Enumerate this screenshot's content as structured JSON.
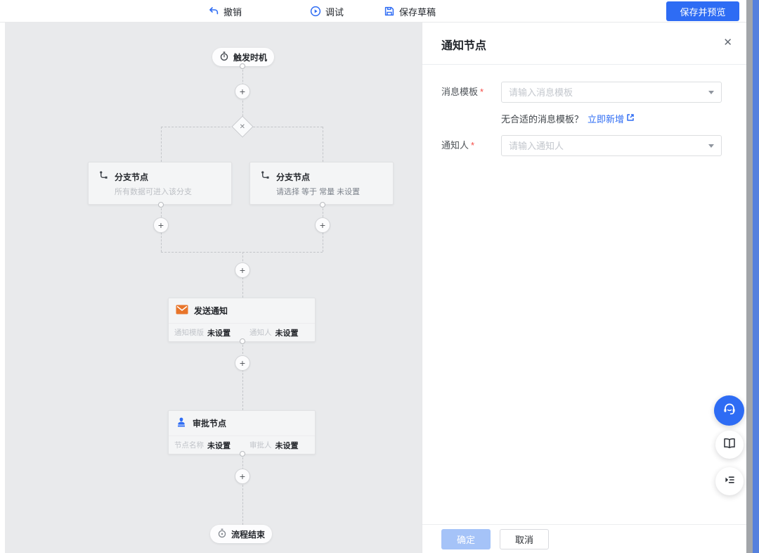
{
  "toolbar": {
    "undo": "撤销",
    "debug": "调试",
    "save_draft": "保存草稿",
    "save_preview": "保存并预览"
  },
  "canvas": {
    "add_glyph": "+",
    "trigger": {
      "label": "触发时机"
    },
    "gateway": {
      "glyph": "✕"
    },
    "branch_left": {
      "title": "分支节点",
      "subtitle": "所有数据可进入该分支"
    },
    "branch_right": {
      "title": "分支节点",
      "subtitle": "请选择 等于 常量 未设置"
    },
    "notify": {
      "title": "发送通知",
      "fields": [
        {
          "label": "通知模版",
          "value": "未设置"
        },
        {
          "label": "通知人",
          "value": "未设置"
        }
      ]
    },
    "approval": {
      "title": "审批节点",
      "fields": [
        {
          "label": "节点名称",
          "value": "未设置"
        },
        {
          "label": "审批人",
          "value": "未设置"
        }
      ]
    },
    "end": {
      "label": "流程结束"
    }
  },
  "panel": {
    "title": "通知节点",
    "close_glyph": "✕",
    "required_mark": "*",
    "fields": [
      {
        "label": "消息模板",
        "placeholder": "请输入消息模板"
      },
      {
        "label": "通知人",
        "placeholder": "请输入通知人"
      }
    ],
    "helper": {
      "text": "无合适的消息模板？",
      "link": "立即新增"
    },
    "confirm_label": "确定",
    "cancel_label": "取消"
  },
  "colors": {
    "accent": "#2e6cf4",
    "notify_icon": "#e8752a",
    "approval_icon": "#2e6cf4",
    "confirm_disabled": "#a5c3f8"
  }
}
